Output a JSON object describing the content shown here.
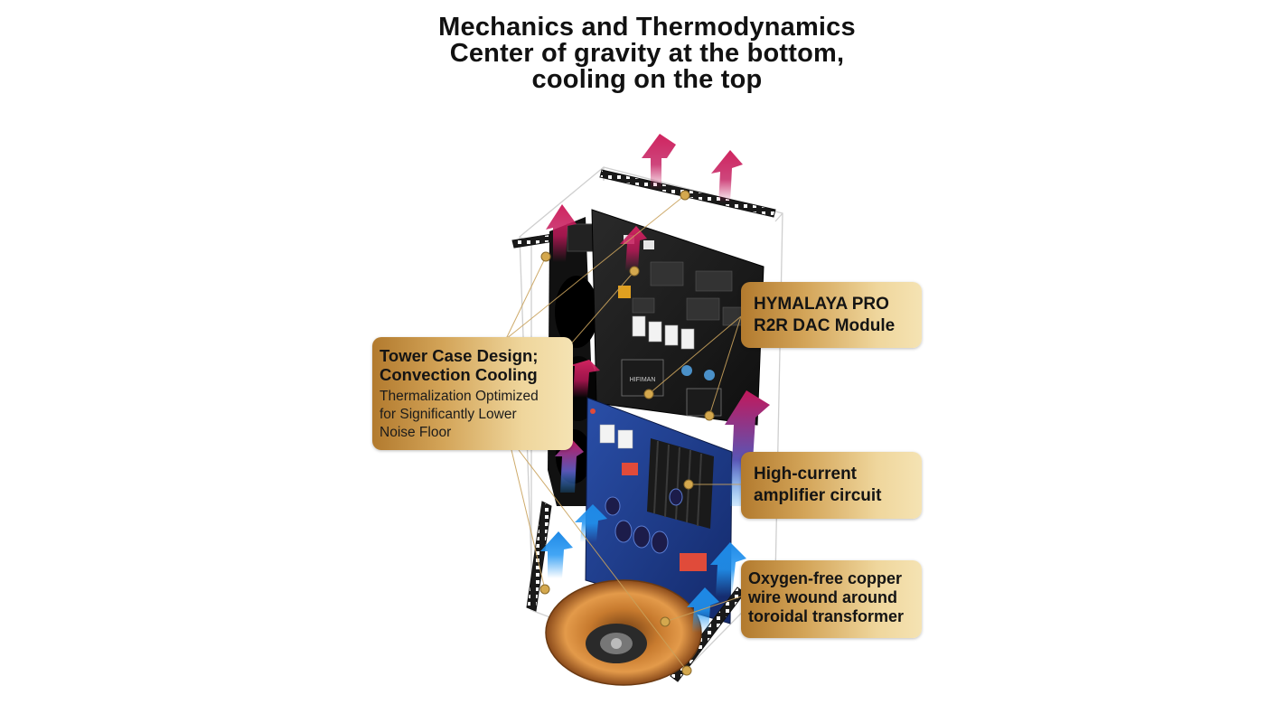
{
  "title": {
    "line1": "Mechanics and Thermodynamics",
    "line2": "Center of gravity at the bottom,",
    "line3": "cooling on the top"
  },
  "callouts": {
    "tower": {
      "head1": "Tower Case Design;",
      "head2": "Convection Cooling",
      "sub1": "Thermalization Optimized",
      "sub2": "for Significantly Lower",
      "sub3": "Noise Floor"
    },
    "dac": {
      "head1": "HYMALAYA PRO",
      "head2": "R2R DAC Module"
    },
    "amp": {
      "head1": "High-current",
      "head2": "amplifier circuit"
    },
    "transformer": {
      "head1": "Oxygen-free copper",
      "head2": "wire wound around",
      "head3": "toroidal transformer"
    }
  },
  "colors": {
    "callout_dark": "#b27a2e",
    "callout_light": "#f5e3b3",
    "hot_air": "#c2185b",
    "cool_air": "#2196f3",
    "pcb_black": "#1a1a1a",
    "pcb_blue": "#1c3d8c",
    "copper": "#c77a2e",
    "leader_line": "#c9a25c"
  },
  "chip_label": "HIFIMAN"
}
